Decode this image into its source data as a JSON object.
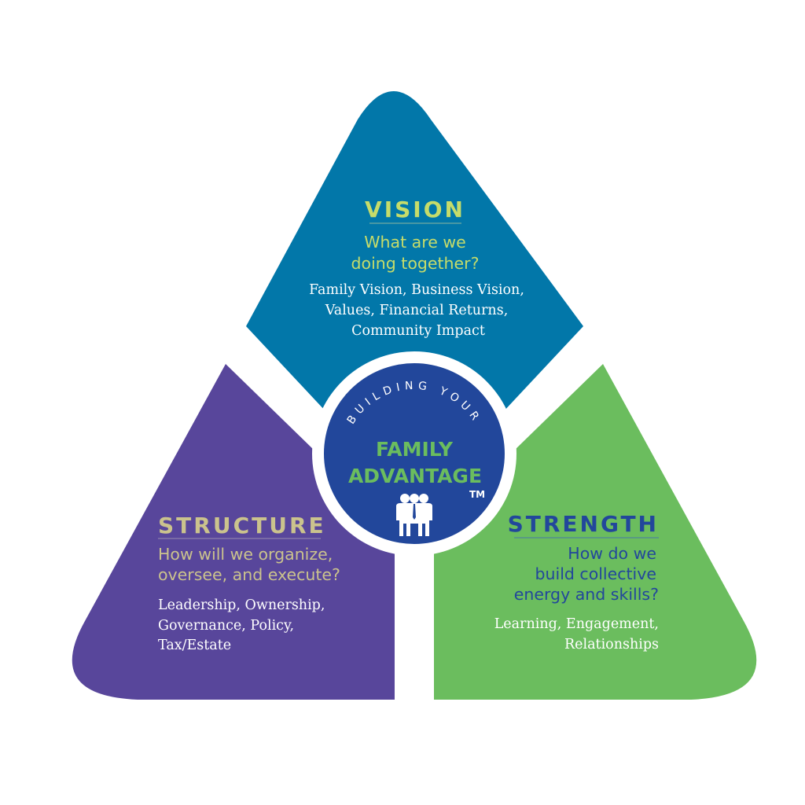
{
  "colors": {
    "vision_bg": "#0277a9",
    "structure_bg": "#58469b",
    "strength_bg": "#6bbd5e",
    "center_bg": "#22479b",
    "vision_text": "#c6dc6a",
    "structure_text": "#cbc38d",
    "strength_text": "#22479b",
    "center_text": "#6bbd5e"
  },
  "vision": {
    "title": "VISION",
    "question": [
      "What are we",
      "doing together?"
    ],
    "items": [
      "Family Vision, Business Vision,",
      "Values, Financial Returns,",
      "Community Impact"
    ]
  },
  "structure": {
    "title": "STRUCTURE",
    "question": [
      "How will we organize,",
      "oversee, and execute?"
    ],
    "items": [
      "Leadership, Ownership,",
      "Governance, Policy,",
      "Tax/Estate"
    ]
  },
  "strength": {
    "title": "STRENGTH",
    "question": [
      "How do we",
      "build collective",
      "energy and skills?"
    ],
    "items": [
      "Learning, Engagement,",
      "Relationships"
    ]
  },
  "center": {
    "arc_text": "BUILDING YOUR",
    "line1": "FAMILY",
    "line2": "ADVANTAGE",
    "trademark": "TM",
    "icon": "family-people-icon"
  }
}
